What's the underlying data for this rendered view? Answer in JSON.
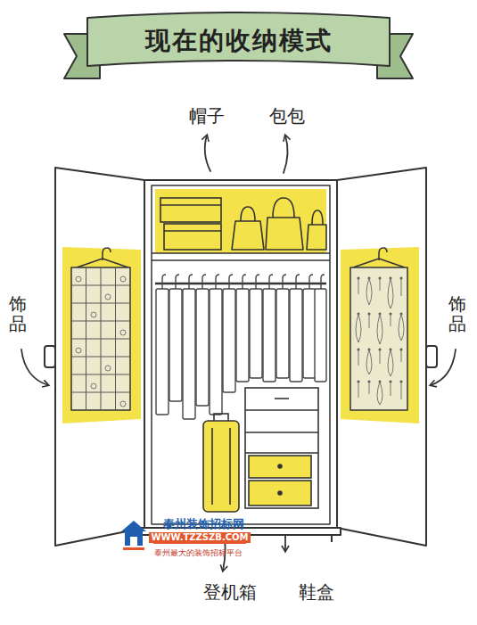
{
  "diagram": {
    "title": "现在的收纳模式",
    "labels": [
      "帽子",
      "包包",
      "饰品",
      "饰品",
      "登机箱",
      "鞋盒",
      "泰州装饰招标网",
      "WWW.TZZSZB.COM",
      "泰州最大的装饰招标平台"
    ]
  }
}
